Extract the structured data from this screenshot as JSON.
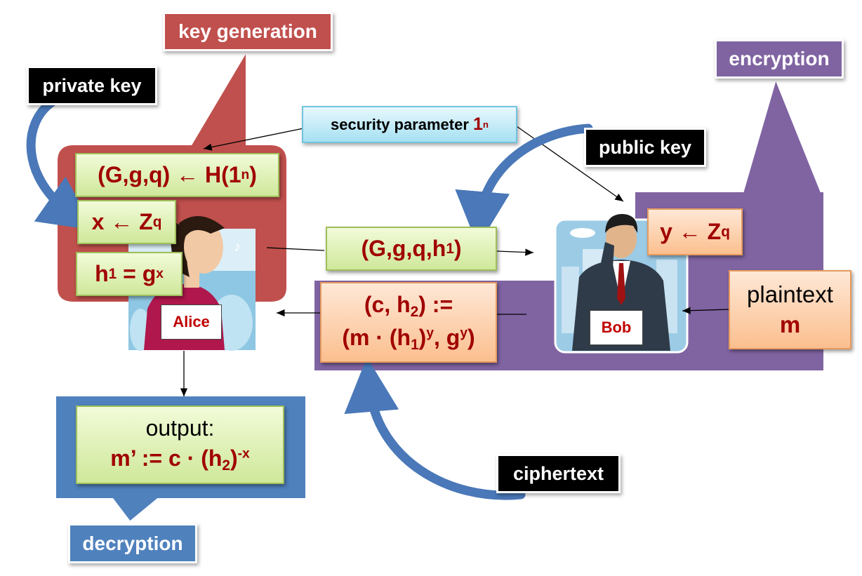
{
  "labels": {
    "key_generation": "key generation",
    "encryption": "encryption",
    "decryption": "decryption",
    "private_key": "private key",
    "public_key": "public key",
    "ciphertext": "ciphertext",
    "security_parameter": "security parameter ",
    "security_one": "1",
    "security_n": "n",
    "alice": "Alice",
    "bob": "Bob"
  },
  "keygen": {
    "line1_left": "(G,g,q) ← H(1",
    "line1_sup": "n",
    "line1_right": ")",
    "line2_left": "x ← Z",
    "line2_sub": "q",
    "line3_h": "h",
    "line3_sub": "1",
    "line3_mid": " = g",
    "line3_sup": "x"
  },
  "public_tuple": {
    "left": "(G,g,q,h",
    "sub": "1",
    "right": ")"
  },
  "encrypt": {
    "y_left": "y ← Z",
    "y_sub": "q",
    "c_line1_left": "(c, h",
    "c_line1_sub": "2",
    "c_line1_right": ") :=",
    "c_line2_a": "(m · (h",
    "c_line2_sub": "1",
    "c_line2_b": ")",
    "c_line2_sup1": "y",
    "c_line2_c": ", g",
    "c_line2_sup2": "y",
    "c_line2_d": ")"
  },
  "plaintext": {
    "word": "plaintext",
    "var": "m"
  },
  "output": {
    "word": "output:",
    "left": "m’ := c · (h",
    "sub": "2",
    "mid": ")",
    "sup": "-x"
  },
  "colors": {
    "keygen": "#c0504d",
    "encryption": "#8064a2",
    "decryption": "#4f81bd",
    "arrow_blue": "#4a78b8",
    "formula_red": "#a00000"
  }
}
